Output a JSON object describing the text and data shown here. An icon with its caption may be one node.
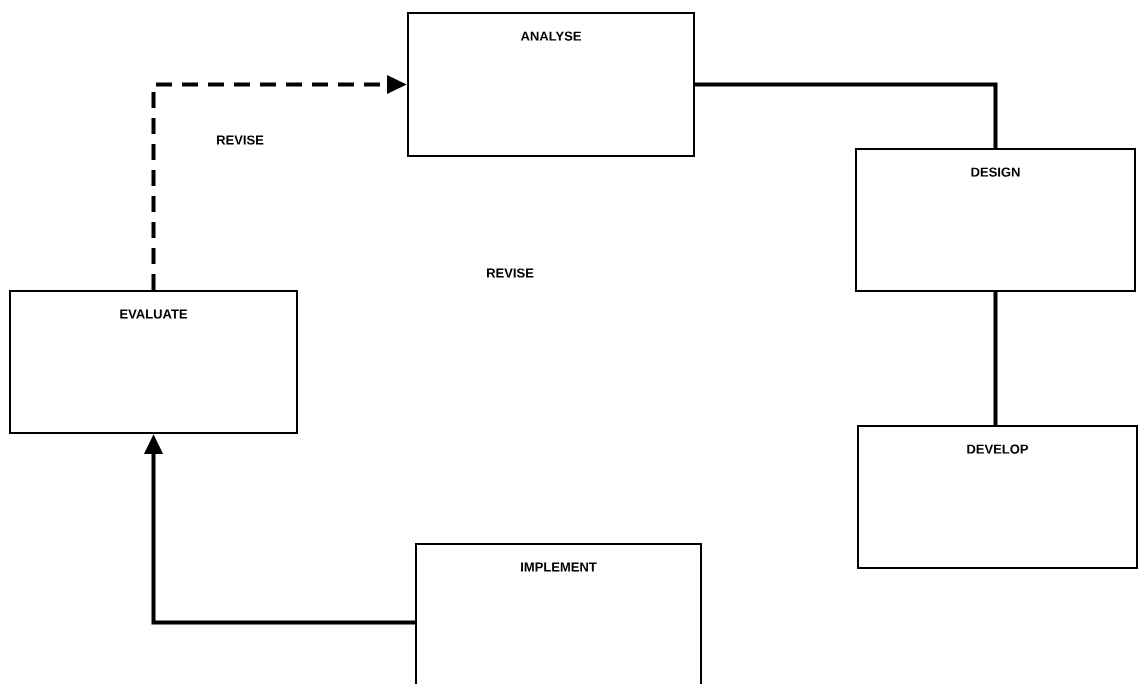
{
  "diagram": {
    "nodes": [
      {
        "text": [
          "ANALYSE"
        ]
      },
      {
        "text": [
          "DESIGN"
        ]
      },
      {
        "text": [
          "DEVELOP"
        ]
      },
      {
        "text": [
          "IMPLEMENT"
        ]
      },
      {
        "text": [
          "EVALUATE"
        ]
      }
    ],
    "edges": [
      {
        "from": 0,
        "to": 1,
        "arrow": "none"
      },
      {
        "from": 1,
        "to": 2,
        "arrow": "none"
      },
      {
        "from": 3,
        "to": 4,
        "arrow": "to"
      },
      {
        "from": 4,
        "to": 0,
        "arrow": "to",
        "style": "dashed"
      }
    ],
    "labels": [
      "REVISE",
      "REVISE"
    ]
  }
}
